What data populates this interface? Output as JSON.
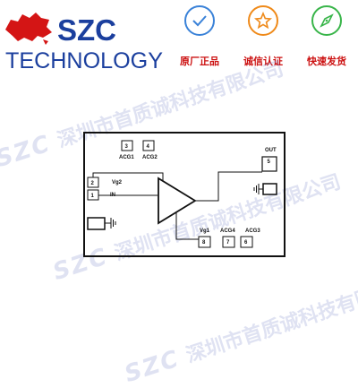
{
  "brand": {
    "name": "SZC",
    "tagline": "TECHNOLOGY",
    "name_color": "#1b3f9e",
    "tagline_color": "#1b3f9e",
    "map_color": "#d41515"
  },
  "badges": [
    {
      "label": "原厂正品",
      "icon": "check-icon",
      "color": "#3a82d8"
    },
    {
      "label": "诚信认证",
      "icon": "star-icon",
      "color": "#ef8a1a"
    },
    {
      "label": "快速发货",
      "icon": "compass-icon",
      "color": "#39b54a"
    }
  ],
  "watermark": {
    "logo": "SZC",
    "text": "深圳市首质诚科技有限公司"
  },
  "diagram": {
    "pins": [
      {
        "number": "3",
        "label": "ACG1"
      },
      {
        "number": "4",
        "label": "ACG2"
      },
      {
        "number": "2",
        "label": "Vg2"
      },
      {
        "number": "1",
        "label": "IN"
      },
      {
        "number": "5",
        "label": "OUT"
      },
      {
        "number": "8",
        "label": "Vg1"
      },
      {
        "number": "7",
        "label": "ACG4"
      },
      {
        "number": "6",
        "label": "ACG3"
      }
    ]
  }
}
